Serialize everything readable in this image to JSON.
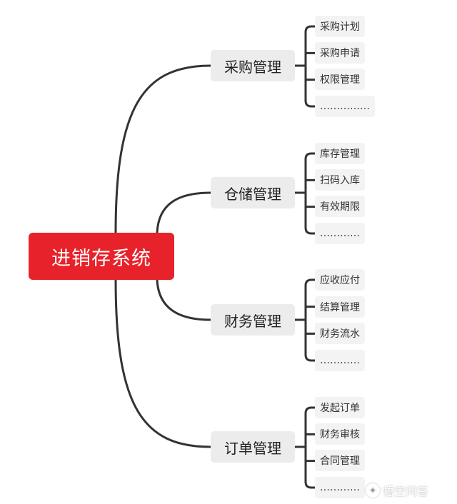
{
  "root": {
    "label": "进销存系统"
  },
  "branches": [
    {
      "label": "采购管理",
      "items": [
        "采购计划",
        "采购申请",
        "权限管理",
        "……………"
      ]
    },
    {
      "label": "仓储管理",
      "items": [
        "库存管理",
        "扫码入库",
        "有效期限",
        "…………"
      ]
    },
    {
      "label": "财务管理",
      "items": [
        "应收应付",
        "结算管理",
        "财务流水",
        "…………"
      ]
    },
    {
      "label": "订单管理",
      "items": [
        "发起订单",
        "财务审核",
        "合同管理",
        "…………"
      ]
    }
  ],
  "watermark": {
    "text": "悟空问答",
    "icon": "logo-icon"
  },
  "colors": {
    "root": "#e8222a",
    "branch_bg": "#ececec",
    "leaf_bg": "#f3f3f3",
    "line": "#333333"
  }
}
